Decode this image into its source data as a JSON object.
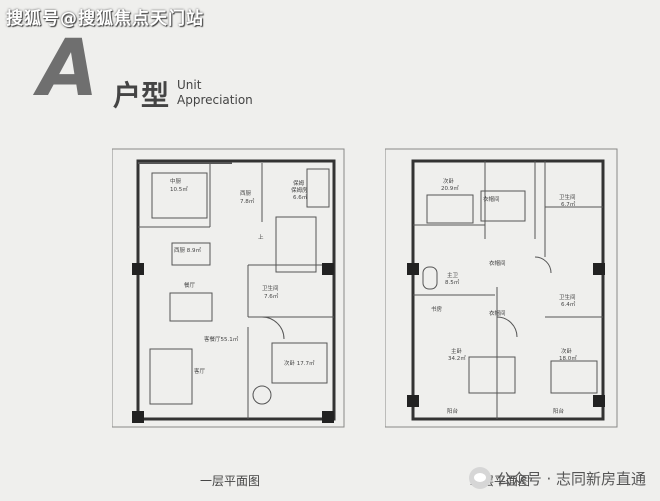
{
  "watermark": "搜狐号@搜狐焦点天门站",
  "header": {
    "letter": "A",
    "title_cn": "户型",
    "title_en_1": "Unit",
    "title_en_2": "Appreciation"
  },
  "floor1": {
    "caption": "一层平面图",
    "rooms": {
      "kitchen_name": "中厨",
      "kitchen_area": "10.5㎡",
      "western_kitchen": "西厨 8.9㎡",
      "pantry_name": "西厨",
      "pantry_area": "7.8㎡",
      "maid_name": "保姆",
      "maid_sub": "保姆房",
      "maid_area": "6.6㎡",
      "up": "上",
      "dining": "餐厅",
      "bath_name": "卫生间",
      "bath_area": "7.6㎡",
      "living_room": "客餐厅55.1㎡",
      "living": "客厅",
      "second_bed": "次卧 17.7㎡"
    }
  },
  "floor2": {
    "caption": "二层平面图",
    "rooms": {
      "bed1_name": "次卧",
      "bed1_area": "20.9㎡",
      "walkin": "衣帽间",
      "bath_a_name": "卫生间",
      "bath_a_area": "6.7㎡",
      "main_bath_name": "主卫",
      "main_bath_area": "8.5㎡",
      "wardrobe": "衣帽间",
      "bath_b_name": "卫生间",
      "bath_b_area": "6.4㎡",
      "study": "书房",
      "closet": "衣帽间",
      "master_name": "主卧",
      "master_area": "34.2㎡",
      "bed2_name": "次卧",
      "bed2_area": "18.0㎡",
      "balcony1": "阳台",
      "balcony2": "阳台"
    }
  },
  "brand": "公众号 · 志同新房直通"
}
